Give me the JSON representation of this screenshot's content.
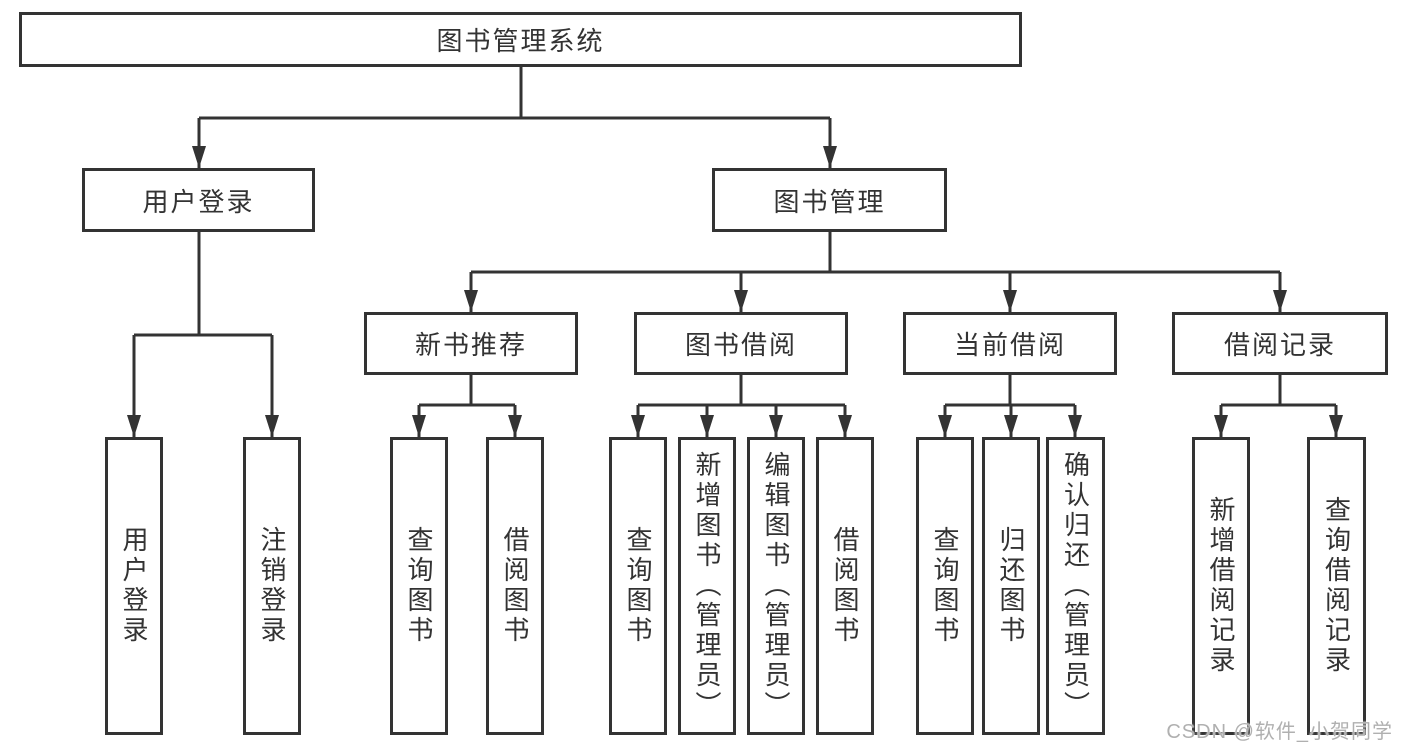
{
  "diagram": {
    "root": "图书管理系统",
    "level2": [
      "用户登录",
      "图书管理"
    ],
    "level3": [
      "新书推荐",
      "图书借阅",
      "当前借阅",
      "借阅记录"
    ],
    "level4": {
      "under_user_login": [
        "用户登录",
        "注销登录"
      ],
      "under_new_book_recommend": [
        "查询图书",
        "借阅图书"
      ],
      "under_book_borrow": [
        "查询图书",
        "新增图书（管理员）",
        "编辑图书（管理员）",
        "借阅图书"
      ],
      "under_current_borrow": [
        "查询图书",
        "归还图书",
        "确认归还（管理员）"
      ],
      "under_borrow_record": [
        "新增借阅记录",
        "查询借阅记录"
      ]
    }
  },
  "watermark": "CSDN @软件_小贺同学",
  "colors": {
    "line": "#333333",
    "text": "#333333",
    "box_background": "#ffffff",
    "watermark": "#b0b0b0",
    "background": "#ffffff"
  }
}
